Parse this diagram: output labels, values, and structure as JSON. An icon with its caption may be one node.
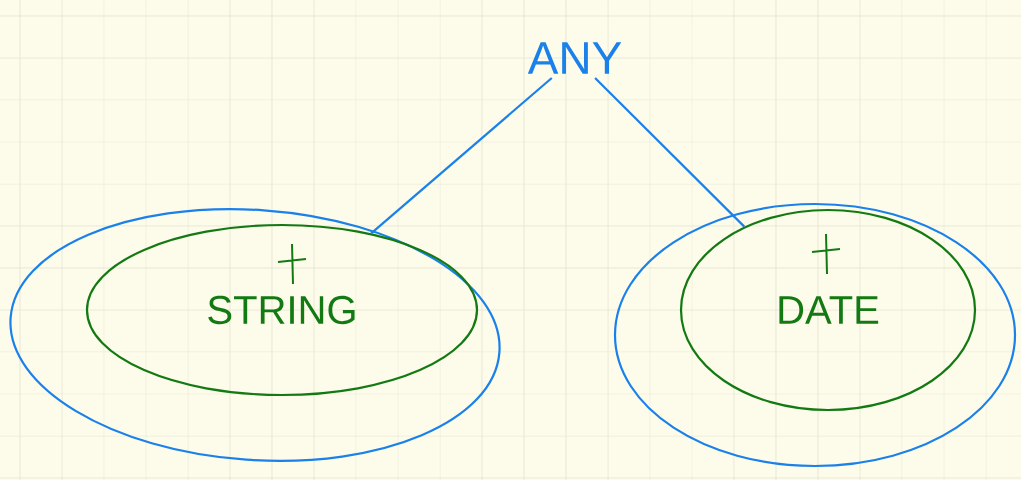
{
  "diagram": {
    "nodes": [
      {
        "text": [
          "ANY"
        ]
      },
      {
        "text": [],
        "shape": "circle"
      },
      {
        "text": [
          "STRING"
        ],
        "in": 1
      },
      {
        "text": [],
        "shape": "circle"
      },
      {
        "text": [
          "DATE"
        ],
        "in": 3
      }
    ],
    "edges": [
      {
        "from": 0,
        "to": 2,
        "arrow": "none"
      },
      {
        "from": 0,
        "to": 4,
        "arrow": "none"
      }
    ]
  }
}
